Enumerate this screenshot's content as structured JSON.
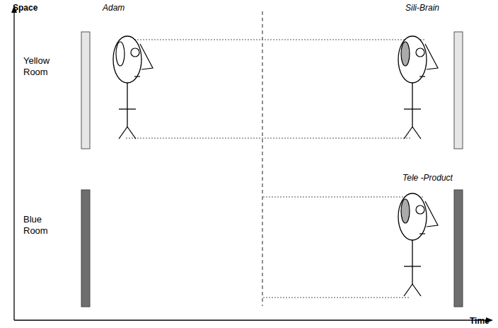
{
  "diagram": {
    "labels": [
      "Space",
      "Adam",
      "Sili-Brain",
      "Yellow Room",
      "Tele -Product",
      "Blue Room",
      "Time"
    ]
  }
}
